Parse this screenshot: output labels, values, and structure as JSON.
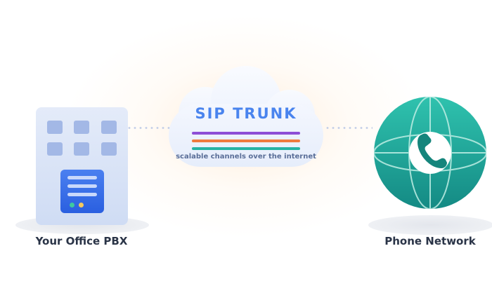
{
  "pbx": {
    "label": "Your Office PBX",
    "colors": {
      "building": "#d6e1f6",
      "window": "#a3b8e6",
      "server": "#3266e6",
      "led_green": "#3ec9a0",
      "led_yellow": "#f4c95d"
    },
    "icon": "office-building-icon"
  },
  "trunk": {
    "title": "SIP TRUNK",
    "caption": "scalable channels over the internet",
    "channel_colors": [
      "#8e4fd6",
      "#f07a3e",
      "#26b3a4"
    ],
    "title_color": "#4a84ee",
    "icon": "cloud-icon"
  },
  "network": {
    "label": "Phone Network",
    "colors": {
      "globe": "#1f9e92",
      "handset": "#15857c"
    },
    "icon": "globe-phone-icon"
  }
}
